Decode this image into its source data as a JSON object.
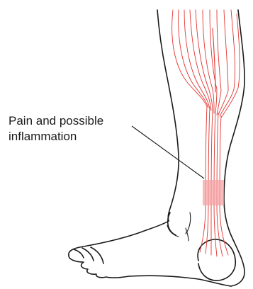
{
  "illustration": {
    "subject": "leg-and-foot-achilles-tendon",
    "callout": {
      "line1": "Pain and possible",
      "line2": "inflammation"
    }
  },
  "colors": {
    "outline": "#1a1a1a",
    "muscle_line": "#e0342f",
    "inflammation": "#f5a3a6",
    "background": "#ffffff"
  }
}
